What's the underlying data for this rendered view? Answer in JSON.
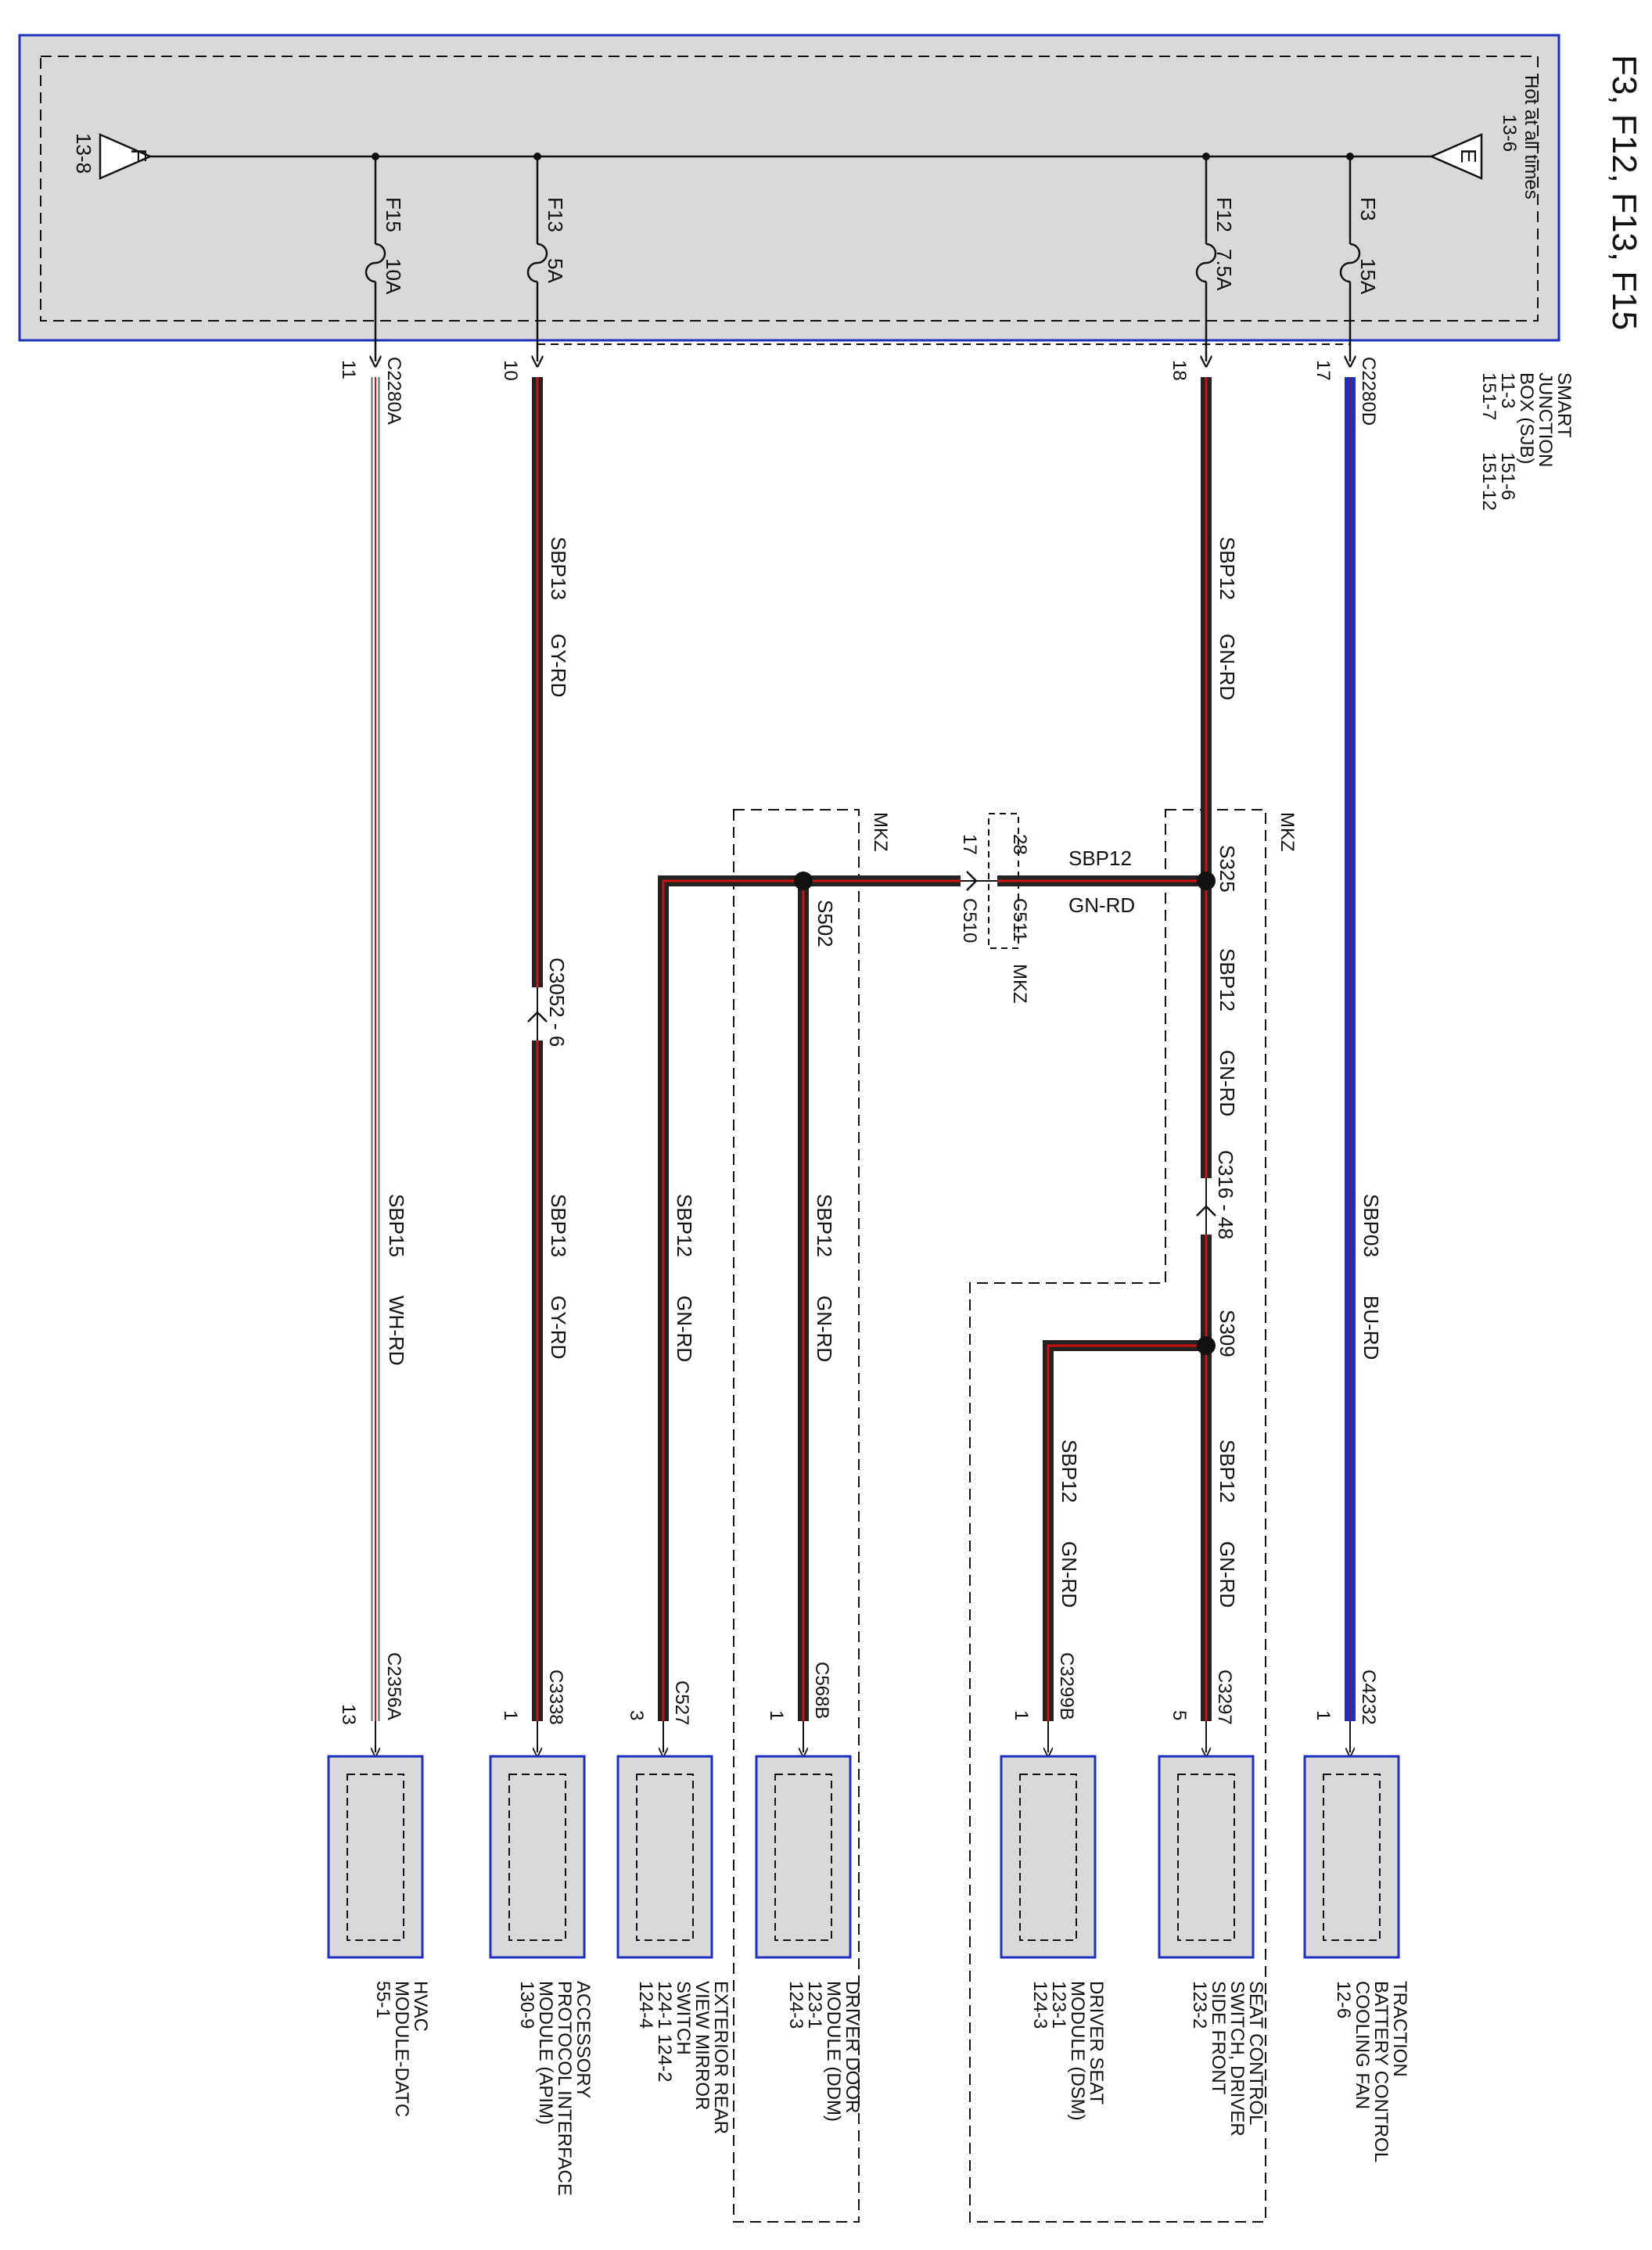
{
  "title": "F3, F12, F13, F15",
  "colors": {
    "frame": "#1f2fbf",
    "module_fill": "#d9d9d9",
    "wire_dark": "#222222",
    "wire_red": "#cc1111",
    "wire_blue": "#1f2fbf",
    "wire_white": "#ffffff"
  },
  "sjb": {
    "label_lines": [
      "SMART",
      "JUNCTION",
      "BOX (SJB)"
    ],
    "ref_row1": [
      "11-3",
      "151-6"
    ],
    "ref_row2": [
      "151-7",
      "151-12"
    ],
    "hot_lines": [
      "Hot at all times",
      "13-6"
    ],
    "left_terminal": {
      "letter": "F",
      "ref": "13-8"
    },
    "right_terminal": {
      "letter": "E"
    },
    "fuses": [
      {
        "name": "F15",
        "amps": "10A",
        "connector": "C2280A",
        "pin": "11"
      },
      {
        "name": "F13",
        "amps": "5A",
        "pin": "10"
      },
      {
        "name": "F12",
        "amps": "7.5A",
        "pin": "18"
      },
      {
        "name": "F3",
        "amps": "15A",
        "connector": "C2280D",
        "pin": "17"
      }
    ]
  },
  "wires": {
    "sbp15": {
      "circuit": "SBP15",
      "color": "WH-RD"
    },
    "sbp13_upper": {
      "circuit": "SBP13",
      "color": "GY-RD"
    },
    "sbp13_lower": {
      "circuit": "SBP13",
      "color": "GY-RD"
    },
    "sbp12_upper": {
      "circuit": "SBP12",
      "color": "GN-RD"
    },
    "sbp12_horizontal": {
      "circuit": "SBP12",
      "color": "GN-RD"
    },
    "sbp12_mid": {
      "circuit": "SBP12",
      "color": "GN-RD"
    },
    "sbp12_mirror": {
      "circuit": "SBP12",
      "color": "GN-RD"
    },
    "sbp12_ddm": {
      "circuit": "SBP12",
      "color": "GN-RD"
    },
    "sbp12_dsm": {
      "circuit": "SBP12",
      "color": "GN-RD"
    },
    "sbp12_seat": {
      "circuit": "SBP12",
      "color": "GN-RD"
    },
    "sbp03": {
      "circuit": "SBP03",
      "color": "BU-RD"
    }
  },
  "connectors": {
    "c3052": "C3052 - 6",
    "c316": "C316 - 48",
    "c510": {
      "name": "C510",
      "pin": "17"
    },
    "c511": {
      "name": "C511",
      "pin": "28",
      "option": "MKZ"
    }
  },
  "splices": {
    "s325": "S325",
    "s502": "S502",
    "s309": "S309"
  },
  "option_boxes": {
    "right": "MKZ",
    "left": "MKZ"
  },
  "modules": [
    {
      "id": "hvac",
      "connector": "C2356A",
      "pin": "13",
      "lines": [
        "HVAC",
        "MODULE-DATC",
        "55-1"
      ]
    },
    {
      "id": "apim",
      "connector": "C3338",
      "pin": "1",
      "lines": [
        "ACCESSORY",
        "PROTOCOL INTERFACE",
        "MODULE (APIM)",
        "130-9"
      ]
    },
    {
      "id": "mirror",
      "connector": "C527",
      "pin": "3",
      "lines": [
        "EXTERIOR REAR",
        "VIEW MIRROR",
        "SWITCH",
        "124-1    124-2",
        "124-4"
      ]
    },
    {
      "id": "ddm",
      "connector": "C568B",
      "pin": "1",
      "lines": [
        "DRIVER DOOR",
        "MODULE (DDM)",
        "123-1",
        "124-3"
      ]
    },
    {
      "id": "dsm",
      "connector": "C3299B",
      "pin": "1",
      "lines": [
        "DRIVER SEAT",
        "MODULE (DSM)",
        "123-1",
        "124-3"
      ]
    },
    {
      "id": "seat",
      "connector": "C3297",
      "pin": "5",
      "lines": [
        "SEAT CONTROL",
        "SWITCH, DRIVER",
        "SIDE FRONT",
        "123-2"
      ]
    },
    {
      "id": "fan",
      "connector": "C4232",
      "pin": "1",
      "lines": [
        "TRACTION",
        "BATTERY CONTROL",
        "COOLING FAN",
        "12-6"
      ]
    }
  ]
}
